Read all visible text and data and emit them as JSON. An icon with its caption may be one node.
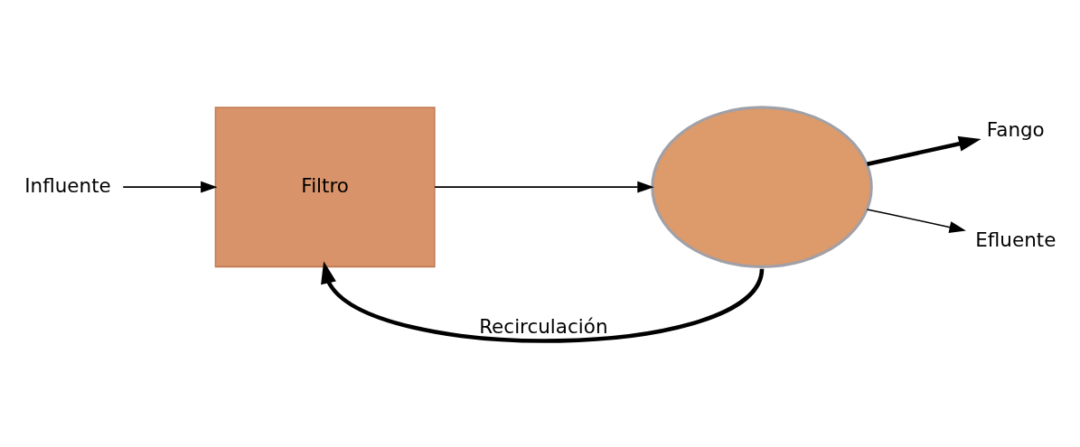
{
  "diagram": {
    "nodes": [
      {
        "text": [
          "Influente"
        ]
      },
      {
        "text": [
          "Filtro"
        ]
      },
      {
        "text": [],
        "shape": "ellipse"
      },
      {
        "text": [
          "Fango"
        ]
      },
      {
        "text": [
          "Efluente"
        ]
      }
    ],
    "edges": [
      {
        "from": 0,
        "to": 1,
        "arrow": "to"
      },
      {
        "from": 1,
        "to": 2,
        "arrow": "to"
      },
      {
        "from": 2,
        "to": 3,
        "arrow": "to",
        "style": "thick"
      },
      {
        "from": 2,
        "to": 4,
        "arrow": "to"
      },
      {
        "from": 2,
        "to": 1,
        "arrow": "to",
        "label": "Recirculación",
        "style": "thick"
      }
    ]
  }
}
